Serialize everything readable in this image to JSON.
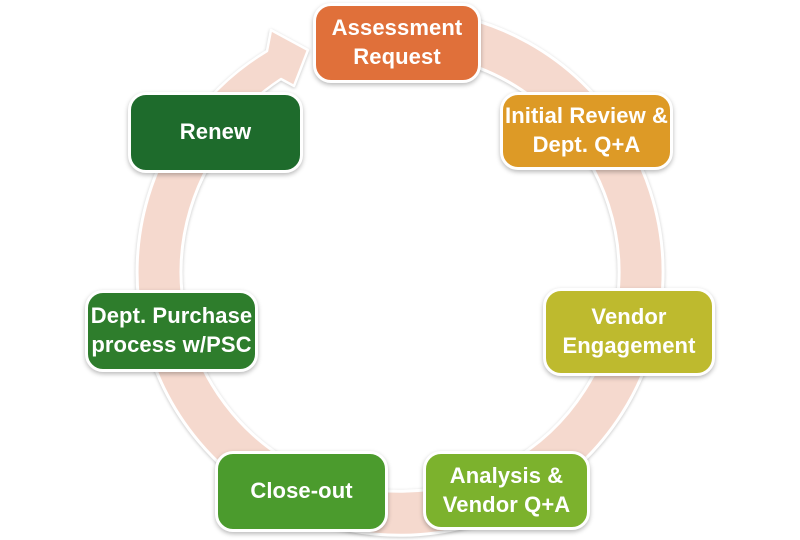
{
  "cycle": {
    "type": "process-cycle",
    "direction": "clockwise",
    "ring_color": "#F5D9CE",
    "outline_color": "#FFFFFF",
    "text_color": "#FFFFFF",
    "steps": [
      {
        "id": "assessment-request",
        "label": "Assessment Request",
        "lines": [
          "Assessment",
          "Request"
        ],
        "color": "#E0703A"
      },
      {
        "id": "initial-review",
        "label": "Initial Review & Dept. Q+A",
        "lines": [
          "Initial Review &",
          "Dept. Q+A"
        ],
        "color": "#DD9A26"
      },
      {
        "id": "vendor-engagement",
        "label": "Vendor Engagement",
        "lines": [
          "Vendor",
          "Engagement"
        ],
        "color": "#BEBA2E"
      },
      {
        "id": "analysis-vendor-qa",
        "label": "Analysis & Vendor Q+A",
        "lines": [
          "Analysis &",
          "Vendor Q+A"
        ],
        "color": "#7CB22D"
      },
      {
        "id": "close-out",
        "label": "Close-out",
        "lines": [
          "Close-out"
        ],
        "color": "#4B9B2D"
      },
      {
        "id": "dept-purchase",
        "label": "Dept. Purchase process w/PSC",
        "lines": [
          "Dept. Purchase",
          "process w/PSC"
        ],
        "color": "#2E7D2C"
      },
      {
        "id": "renew",
        "label": "Renew",
        "lines": [
          "Renew"
        ],
        "color": "#1E6B2C"
      }
    ]
  }
}
